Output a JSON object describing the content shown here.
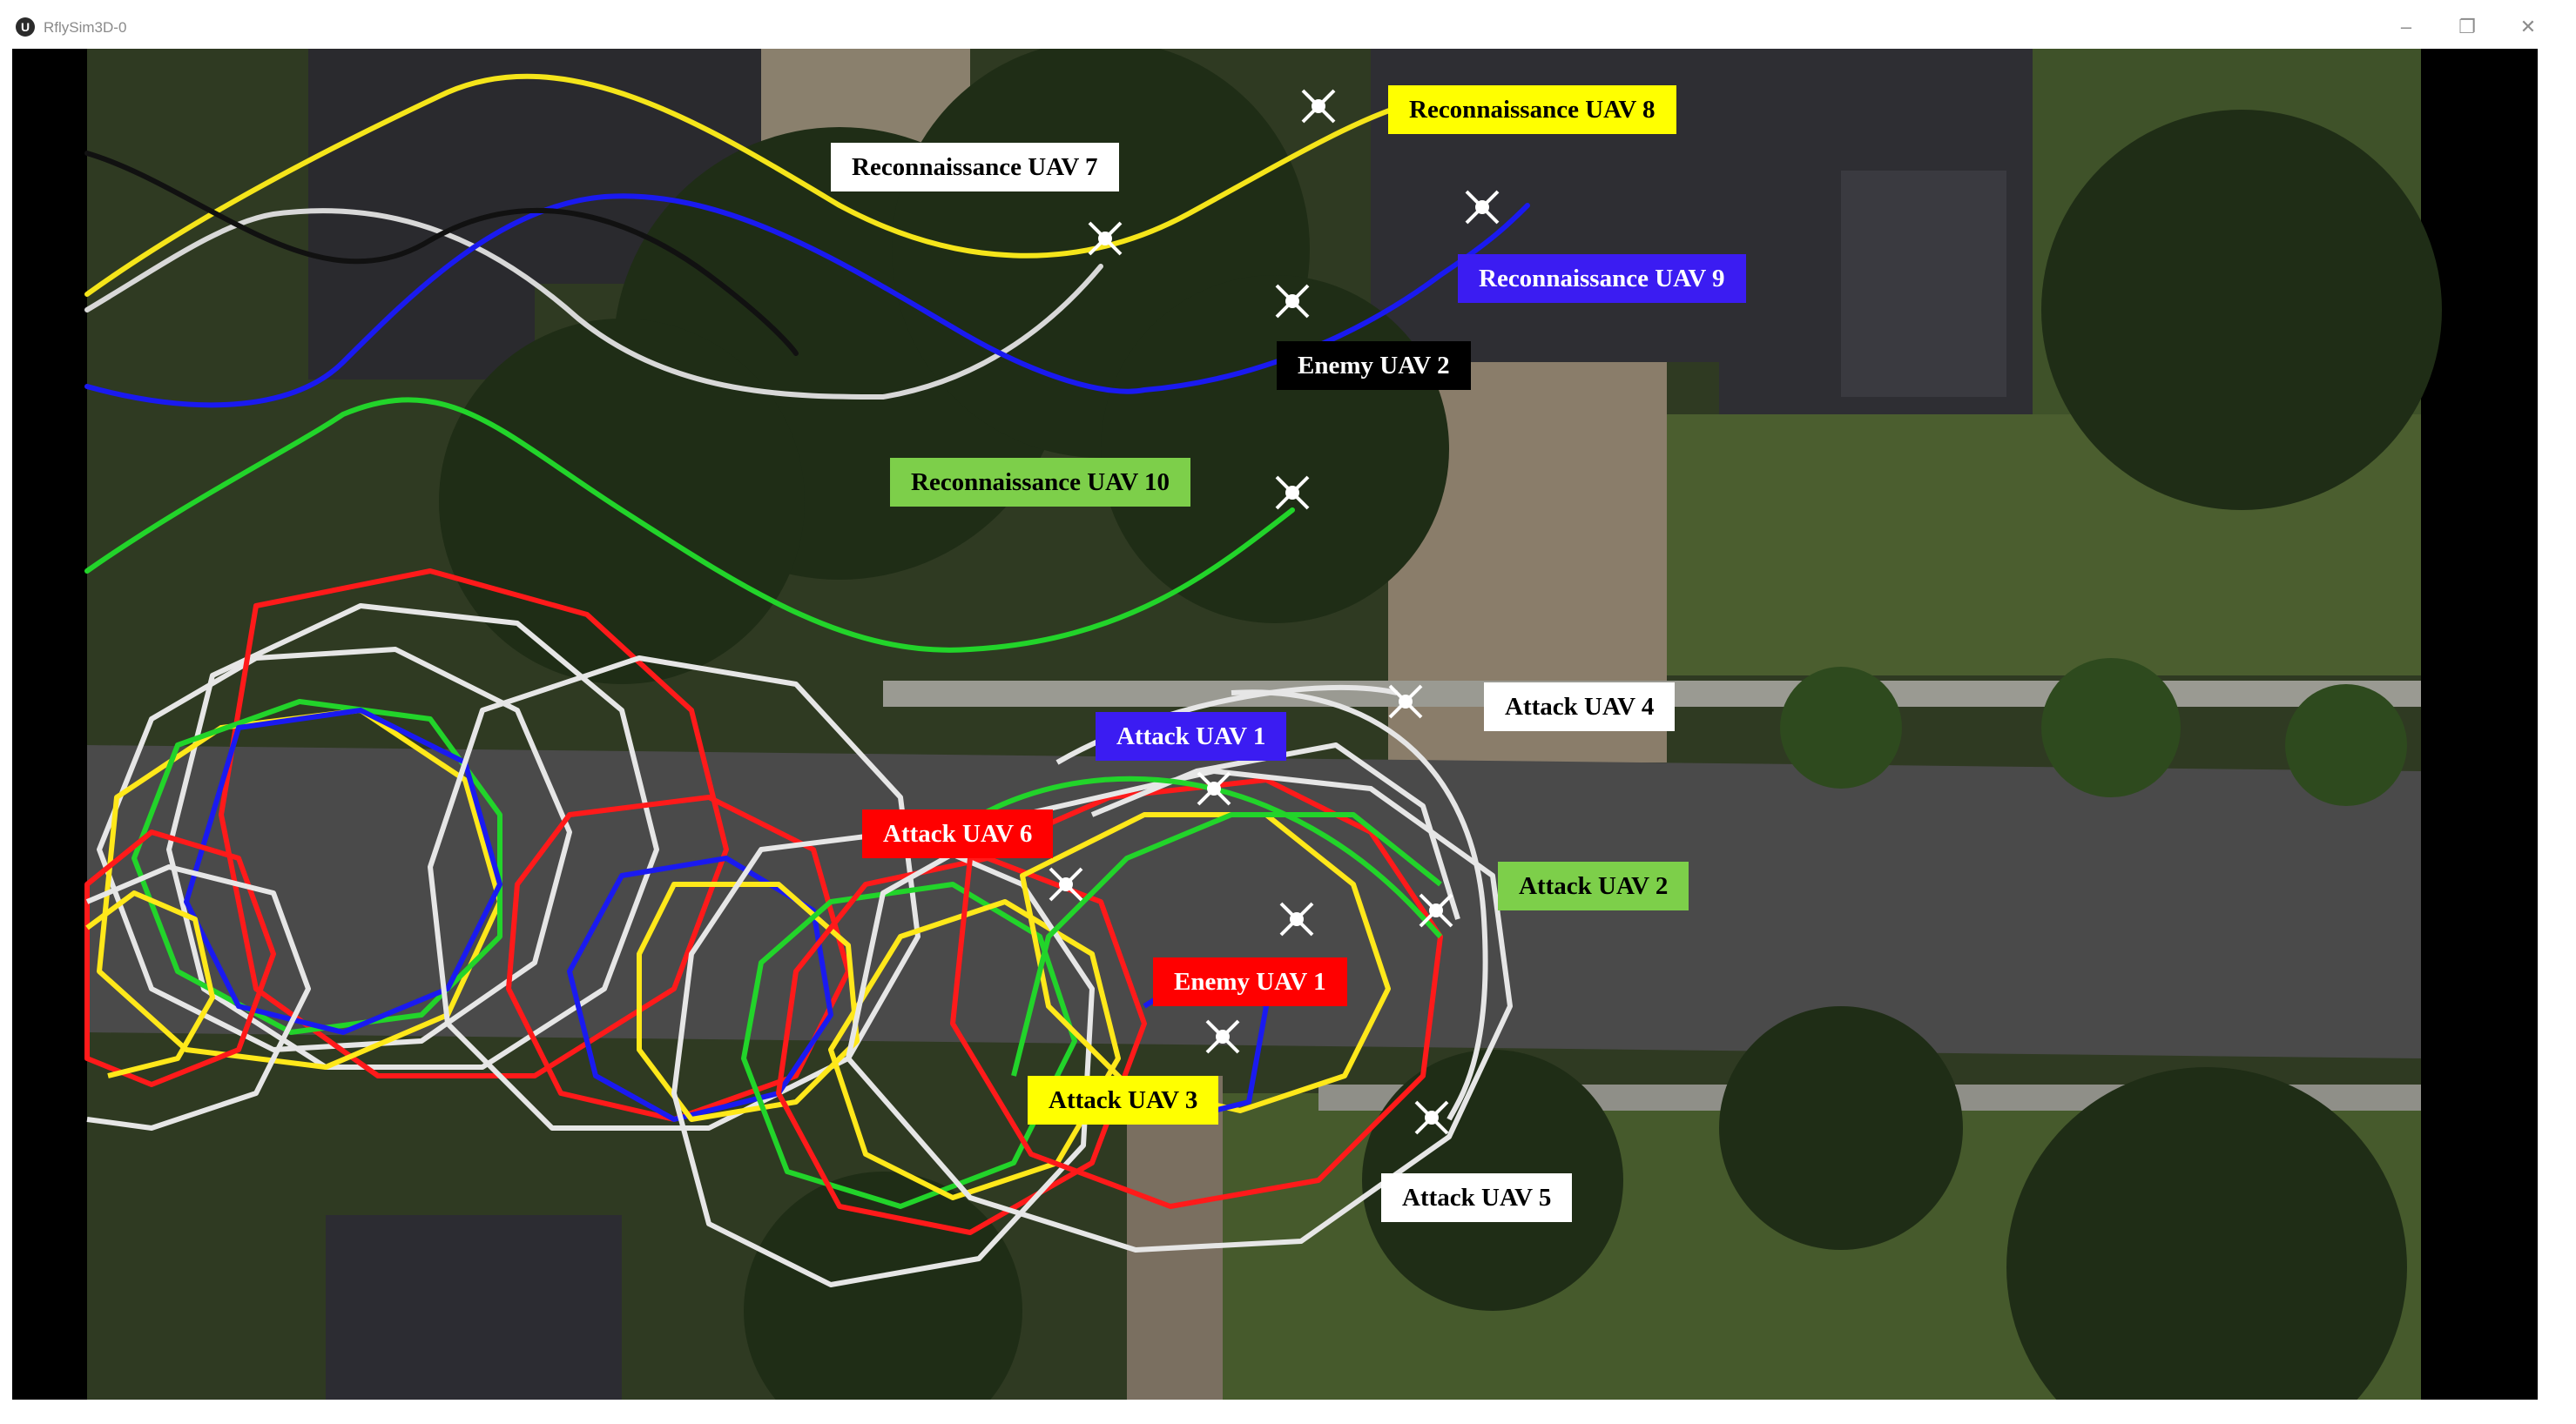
{
  "window": {
    "title": "RflySim3D-0",
    "icon_glyph": "U",
    "minimize_glyph": "–",
    "restore_glyph": "❐",
    "close_glyph": "✕"
  },
  "colors": {
    "reconnaissance_7": "#d8d8d8",
    "reconnaissance_8": "#f5e51a",
    "reconnaissance_9": "#1a1af0",
    "reconnaissance_10": "#22d42a",
    "enemy_2": "#111111",
    "attack_red": "#ff1a1a",
    "attack_white": "#e6e6e6",
    "attack_yellow": "#ffe81a",
    "attack_green": "#22d42a",
    "attack_blue": "#1a1af0"
  },
  "labels": {
    "recon_8": "Reconnaissance UAV 8",
    "recon_7": "Reconnaissance UAV 7",
    "recon_9": "Reconnaissance UAV 9",
    "enemy_2": "Enemy UAV 2",
    "recon_10": "Reconnaissance UAV 10",
    "attack_4": "Attack UAV 4",
    "attack_1": "Attack UAV 1",
    "attack_6": "Attack UAV 6",
    "attack_2": "Attack UAV 2",
    "enemy_1": "Enemy UAV 1",
    "attack_3": "Attack UAV 3",
    "attack_5": "Attack UAV 5"
  }
}
